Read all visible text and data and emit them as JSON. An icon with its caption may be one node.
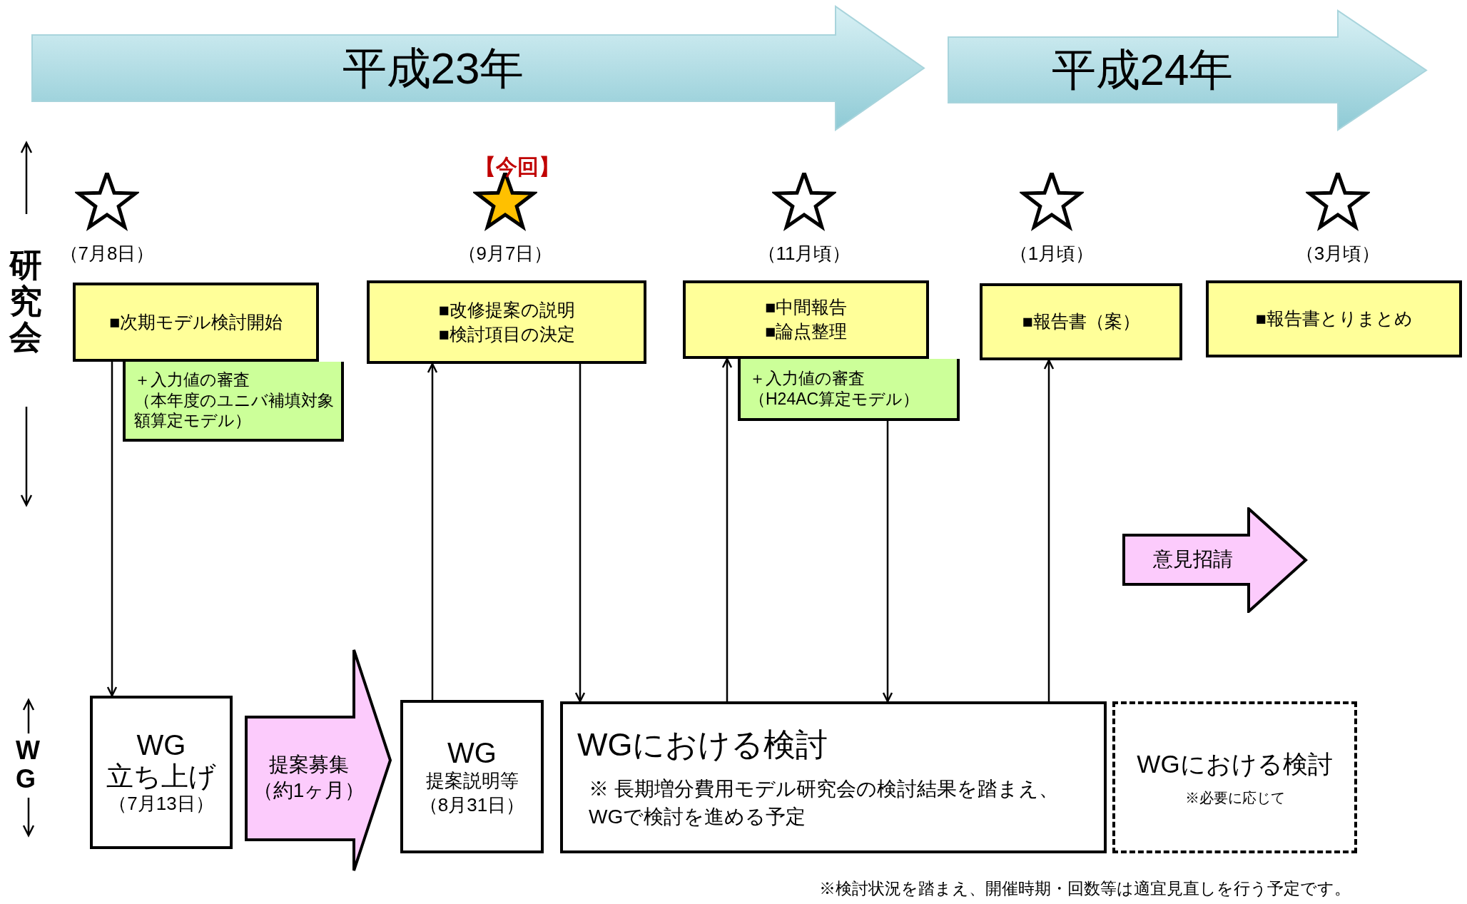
{
  "diagram": {
    "nodes": [
      {
        "text": [
          "平成23年"
        ]
      },
      {
        "text": [
          "平成24年"
        ]
      },
      {
        "text": [
          "■次期モデル検討開始"
        ],
        "beside": [
          "（7月8日）"
        ]
      },
      {
        "text": [
          "＋入力値の審査",
          "（本年度のユニバ補填対象額算定モデル）"
        ]
      },
      {
        "text": [
          "■改修提案の説明",
          "■検討項目の決定"
        ],
        "beside": [
          "（9月7日）"
        ]
      },
      {
        "text": [
          "■中間報告",
          "■論点整理"
        ],
        "beside": [
          "（11月頃）"
        ]
      },
      {
        "text": [
          "＋入力値の審査",
          "（H24AC算定モデル）"
        ]
      },
      {
        "text": [
          "■報告書（案）"
        ],
        "beside": [
          "（1月頃）"
        ]
      },
      {
        "text": [
          "■報告書とりまとめ"
        ],
        "beside": [
          "（3月頃）"
        ]
      },
      {
        "text": [
          "意見招請"
        ]
      },
      {
        "text": [
          "WG",
          "立ち上げ",
          "（7月13日）"
        ]
      },
      {
        "text": [
          "WG",
          "提案説明等",
          "（8月31日）"
        ]
      },
      {
        "text": [
          "WGにおける検討",
          "※ 長期増分費用モデル研究会の検討結果を踏まえ、WGで検討を進める予定"
        ]
      },
      {
        "text": [
          "WGにおける検討",
          "※必要に応じて"
        ]
      }
    ],
    "edges": [
      {
        "from": 2,
        "to": 10,
        "arrow": "to"
      },
      {
        "from": 11,
        "to": 4,
        "arrow": "to"
      },
      {
        "from": 4,
        "to": 12,
        "arrow": "to"
      },
      {
        "from": 12,
        "to": 5,
        "arrow": "to"
      },
      {
        "from": 6,
        "to": 12,
        "arrow": "to"
      },
      {
        "from": 12,
        "to": 7,
        "arrow": "to"
      },
      {
        "from": 10,
        "to": 11,
        "arrow": "to",
        "label": "提案募集（約1ヶ月）",
        "style": "thick"
      }
    ],
    "labels": [
      "【今回】",
      "研究会",
      "WG",
      "※検討状況を踏まえ、開催時期・回数等は適宜見直しを行う予定です。"
    ]
  }
}
